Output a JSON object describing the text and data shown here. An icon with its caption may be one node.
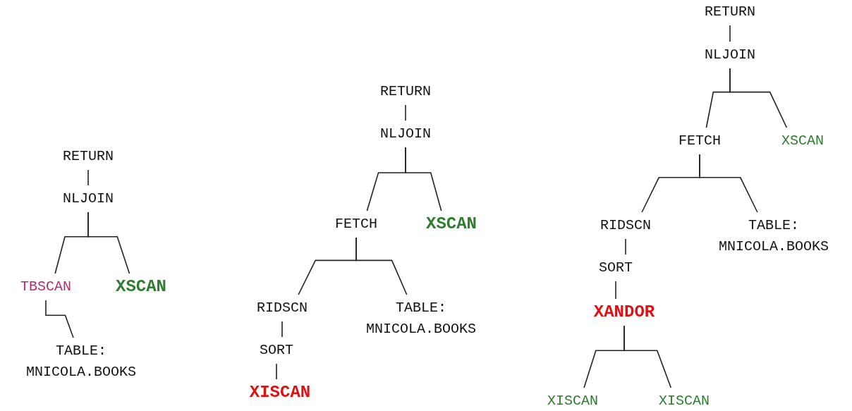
{
  "diagram": {
    "nodes": [
      {
        "text": [
          "RETURN"
        ]
      },
      {
        "text": [
          "NLJOIN"
        ]
      },
      {
        "text": [
          "TBSCAN"
        ]
      },
      {
        "text": [
          "XSCAN"
        ]
      },
      {
        "text": [
          "TABLE: MNICOLA.BOOKS"
        ]
      },
      {
        "text": [
          "RETURN"
        ]
      },
      {
        "text": [
          "NLJOIN"
        ]
      },
      {
        "text": [
          "FETCH"
        ]
      },
      {
        "text": [
          "XSCAN"
        ]
      },
      {
        "text": [
          "RIDSCN"
        ]
      },
      {
        "text": [
          "TABLE: MNICOLA.BOOKS"
        ]
      },
      {
        "text": [
          "SORT"
        ]
      },
      {
        "text": [
          "XISCAN"
        ]
      },
      {
        "text": [
          "RETURN"
        ]
      },
      {
        "text": [
          "NLJOIN"
        ]
      },
      {
        "text": [
          "FETCH"
        ]
      },
      {
        "text": [
          "XSCAN"
        ]
      },
      {
        "text": [
          "RIDSCN"
        ]
      },
      {
        "text": [
          "TABLE: MNICOLA.BOOKS"
        ]
      },
      {
        "text": [
          "SORT"
        ]
      },
      {
        "text": [
          "XANDOR"
        ]
      },
      {
        "text": [
          "XISCAN"
        ]
      },
      {
        "text": [
          "XISCAN"
        ]
      }
    ],
    "edges": [
      {
        "from": 0,
        "to": 1,
        "arrow": "none"
      },
      {
        "from": 1,
        "to": 2,
        "arrow": "none"
      },
      {
        "from": 1,
        "to": 3,
        "arrow": "none"
      },
      {
        "from": 2,
        "to": 4,
        "arrow": "none"
      },
      {
        "from": 5,
        "to": 6,
        "arrow": "none"
      },
      {
        "from": 6,
        "to": 7,
        "arrow": "none"
      },
      {
        "from": 6,
        "to": 8,
        "arrow": "none"
      },
      {
        "from": 7,
        "to": 9,
        "arrow": "none"
      },
      {
        "from": 7,
        "to": 10,
        "arrow": "none"
      },
      {
        "from": 9,
        "to": 11,
        "arrow": "none"
      },
      {
        "from": 11,
        "to": 12,
        "arrow": "none"
      },
      {
        "from": 13,
        "to": 14,
        "arrow": "none"
      },
      {
        "from": 14,
        "to": 15,
        "arrow": "none"
      },
      {
        "from": 14,
        "to": 16,
        "arrow": "none"
      },
      {
        "from": 15,
        "to": 17,
        "arrow": "none"
      },
      {
        "from": 15,
        "to": 18,
        "arrow": "none"
      },
      {
        "from": 17,
        "to": 19,
        "arrow": "none"
      },
      {
        "from": 19,
        "to": 20,
        "arrow": "none"
      },
      {
        "from": 20,
        "to": 21,
        "arrow": "none"
      },
      {
        "from": 20,
        "to": 22,
        "arrow": "none"
      }
    ]
  }
}
